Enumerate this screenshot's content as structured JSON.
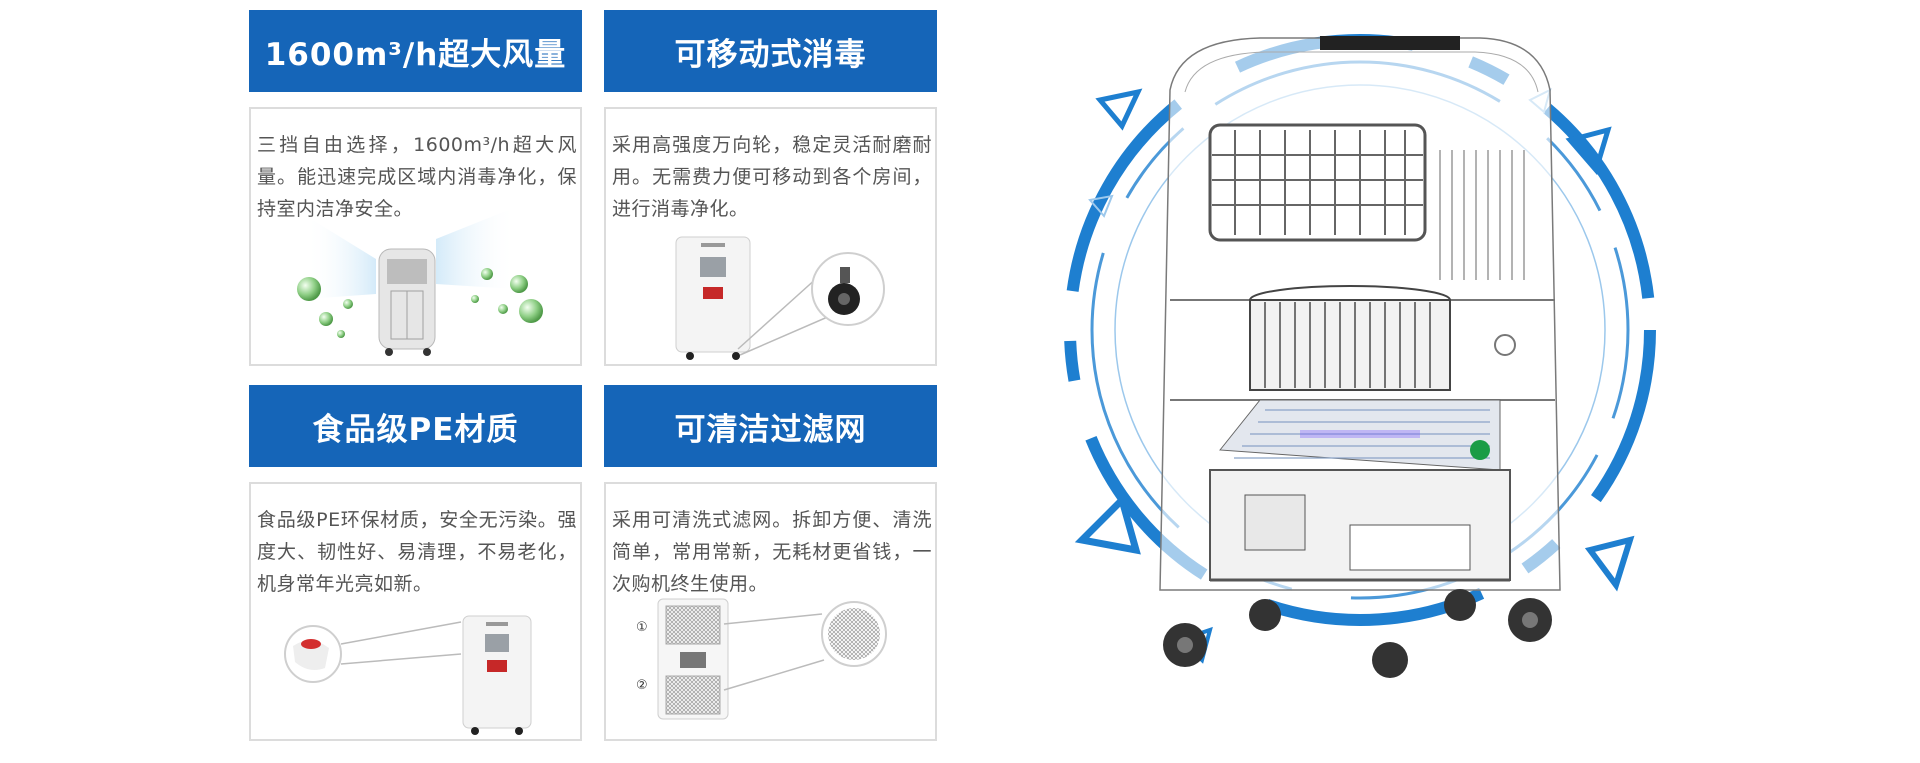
{
  "cards": [
    {
      "title": "1600m³/h超大风量",
      "body": "三挡自由选择，1600m³/h超大风量。能迅速完成区域内消毒净化，保持室内洁净安全。"
    },
    {
      "title": "可移动式消毒",
      "body": "采用高强度万向轮，稳定灵活耐磨耐用。无需费力便可移动到各个房间，进行消毒净化。"
    },
    {
      "title": "食品级PE材质",
      "body": "食品级PE环保材质，安全无污染。强度大、韧性好、易清理，不易老化，机身常年光亮如新。"
    },
    {
      "title": "可清洁过滤网",
      "body": "采用可清洗式滤网。拆卸方便、清洗简单，常用常新，无耗材更省钱，一次购机终生使用。",
      "markers": [
        "①",
        "②"
      ]
    }
  ],
  "colors": {
    "header_bg": "#1565b8",
    "header_text": "#ffffff",
    "body_text": "#555555",
    "accent_ring": "#1e7fd0"
  },
  "icons": {
    "airflow": "air-purifier-airflow-illustration",
    "wheel": "caster-wheel-illustration",
    "material": "pe-material-closeup-illustration",
    "filter": "filter-mesh-closeup-illustration",
    "hero": "xray-purifier-product-illustration"
  }
}
